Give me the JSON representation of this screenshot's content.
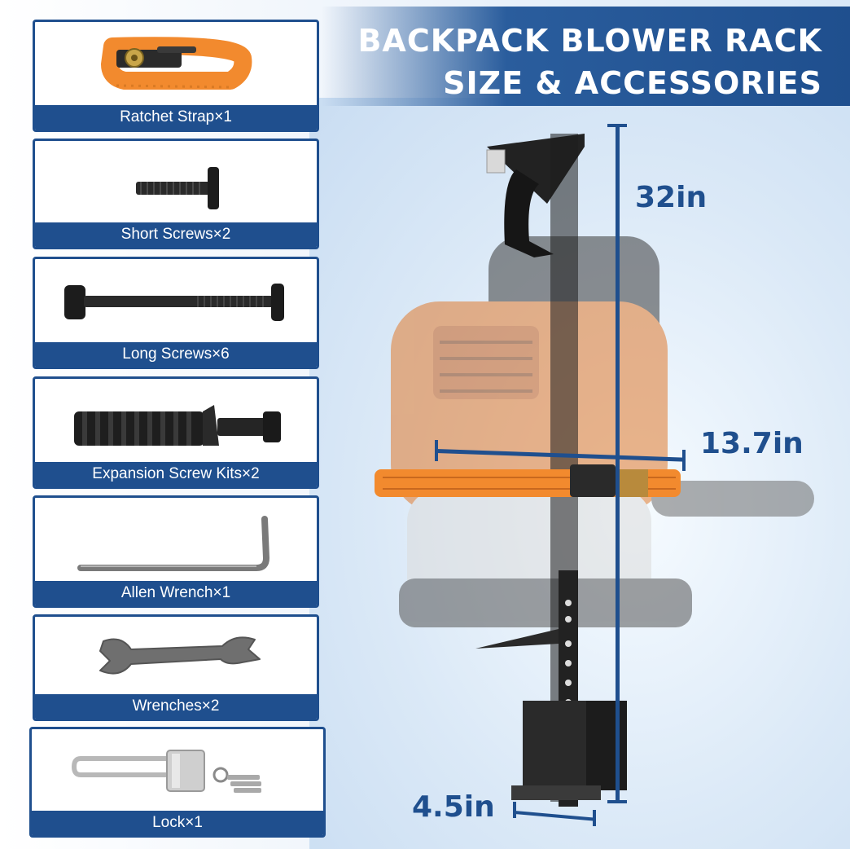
{
  "title": {
    "line1": "BACKPACK BLOWER RACK",
    "line2": "SIZE & ACCESSORIES"
  },
  "accessories": [
    {
      "label": "Ratchet Strap×1",
      "icon": "ratchet-strap-icon"
    },
    {
      "label": "Short Screws×2",
      "icon": "short-screw-icon"
    },
    {
      "label": "Long Screws×6",
      "icon": "long-screw-icon"
    },
    {
      "label": "Expansion Screw Kits×2",
      "icon": "expansion-screw-icon"
    },
    {
      "label": "Allen Wrench×1",
      "icon": "allen-wrench-icon"
    },
    {
      "label": "Wrenches×2",
      "icon": "wrench-icon"
    },
    {
      "label": "Lock×1",
      "icon": "padlock-icon"
    }
  ],
  "dimensions": {
    "height": "32in",
    "width": "13.7in",
    "base": "4.5in"
  },
  "colors": {
    "brand_blue": "#1f4f8e",
    "strap_orange": "#f28a2e",
    "rack_black": "#1a1a1a"
  }
}
